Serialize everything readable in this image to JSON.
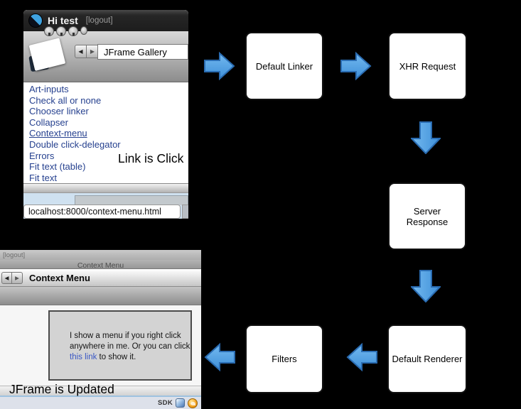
{
  "colors": {
    "background": "#000000",
    "arrow_fill_light": "#74BAF0",
    "arrow_fill_dark": "#3E8FD8",
    "arrow_stroke": "#2A6CB2",
    "gallery_link_blue": "#26418F",
    "panel_link_blue": "#3A57C4",
    "status_bar_blue_line": "#9EC2E0"
  },
  "flow": {
    "boxes": [
      {
        "label": "Default Linker"
      },
      {
        "label": "XHR Request"
      },
      {
        "label": "Server Response"
      },
      {
        "label": "Default Renderer"
      },
      {
        "label": "Filters"
      }
    ]
  },
  "annotations": {
    "link_clicked": "Link is Click",
    "jframe_updated": "JFrame is Updated"
  },
  "top_window": {
    "title": "Hi test",
    "logout": "[logout]",
    "back_glyph": "◀",
    "forward_glyph": "▶",
    "gallery_select": "JFrame Gallery",
    "links": [
      "Art-inputs",
      "Check all or none",
      "Chooser linker",
      "Collapser",
      "Context-menu",
      "Double click-delegator",
      "Errors",
      "Fit text (table)",
      "Fit text"
    ],
    "status_url": "localhost:8000/context-menu.html"
  },
  "bottom_window": {
    "logout": "[logout]",
    "window_title": "Context Menu",
    "back_glyph": "◀",
    "forward_glyph": "▶",
    "nav_title": "Context Menu",
    "panel_line1": "I show a menu if you right click",
    "panel_line2": "anywhere in me. Or you can click",
    "panel_link_text": "this link",
    "panel_line3_rest": " to show it.",
    "sdk_label": "SDK"
  }
}
